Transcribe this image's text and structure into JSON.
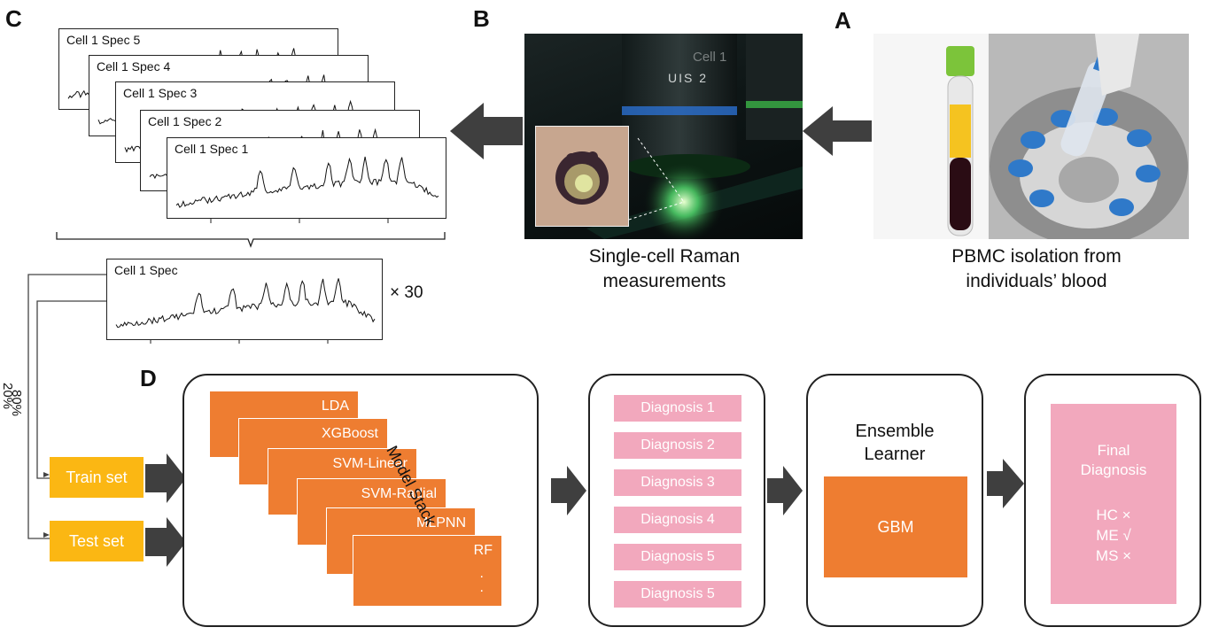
{
  "panels": {
    "a": "A",
    "b": "B",
    "c": "C",
    "d": "D"
  },
  "spectra": [
    {
      "label": "Cell 1 Spec 5"
    },
    {
      "label": "Cell 1 Spec 4"
    },
    {
      "label": "Cell 1 Spec 3"
    },
    {
      "label": "Cell 1 Spec 2"
    },
    {
      "label": "Cell 1 Spec 1"
    }
  ],
  "averaged_spectrum": {
    "label": "Cell 1 Spec",
    "multiplier": "× 30"
  },
  "captions": {
    "raman": [
      "Single-cell Raman",
      "measurements"
    ],
    "pbmc": [
      "PBMC isolation from",
      "individuals’ blood"
    ],
    "microscope_text": "UIS 2",
    "microscope_ghost": "Cell 1"
  },
  "split": {
    "train_pct": "80%",
    "test_pct": "20%",
    "train_label": "Train set",
    "test_label": "Test set"
  },
  "model_stack": {
    "title": "Model Stack",
    "models": [
      "LDA",
      "XGBoost",
      "SVM-Linear",
      "SVM-Radial",
      "MLPNN",
      "RF"
    ],
    "continuation": [
      ".",
      "."
    ]
  },
  "diagnoses": [
    "Diagnosis 1",
    "Diagnosis 2",
    "Diagnosis 3",
    "Diagnosis 4",
    "Diagnosis 5",
    "Diagnosis 5"
  ],
  "ensemble": {
    "title_line1": "Ensemble",
    "title_line2": "Learner",
    "model": "GBM"
  },
  "final": {
    "line1": "Final",
    "line2": "Diagnosis",
    "results": [
      "HC ×",
      "ME √",
      "MS ×"
    ]
  },
  "colors": {
    "orange": "#ee7d31",
    "pink": "#f2a8bd",
    "yellow": "#fbb713",
    "arrow": "#3f3f3f"
  }
}
